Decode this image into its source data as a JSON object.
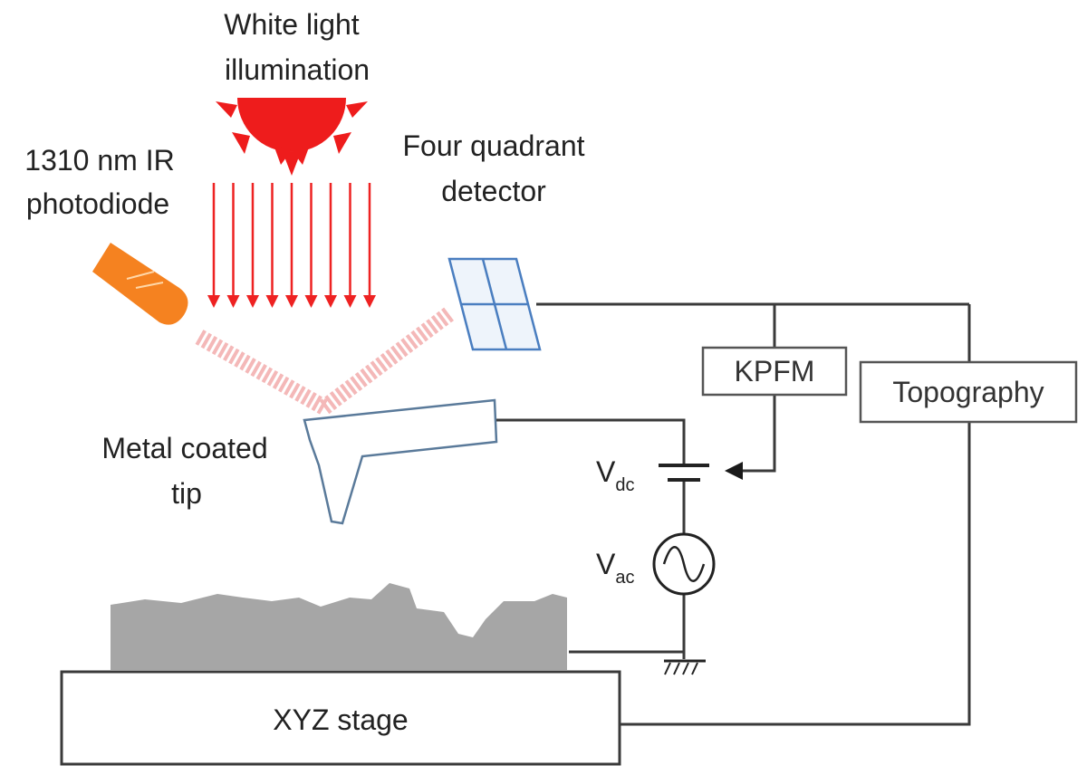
{
  "labels": {
    "white_light_line1": "White light",
    "white_light_line2": "illumination",
    "ir_line1": "1310 nm IR",
    "ir_line2": "photodiode",
    "detector_line1": "Four quadrant",
    "detector_line2": "detector",
    "tip_line1": "Metal coated",
    "tip_line2": "tip",
    "vdc_main": "V",
    "vdc_sub": "dc",
    "vac_main": "V",
    "vac_sub": "ac"
  },
  "boxes": {
    "kpfm": "KPFM",
    "topography": "Topography",
    "stage": "XYZ stage"
  },
  "colors": {
    "sun": "#ee1c1c",
    "light_rays": "#ee2222",
    "photodiode": "#f58220",
    "ir_beam": "#f4b8b8",
    "detector": "#4a7ec0",
    "cantilever": "#5a7a9a",
    "sample": "#a6a6a6",
    "wire": "#3a3a3a"
  },
  "icons": {
    "sun": "sun-icon",
    "photodiode": "photodiode-icon",
    "detector": "four-quadrant-detector-icon",
    "cantilever": "cantilever-tip-icon",
    "battery": "dc-source-icon",
    "ac_source": "ac-source-icon",
    "ground": "ground-icon"
  }
}
